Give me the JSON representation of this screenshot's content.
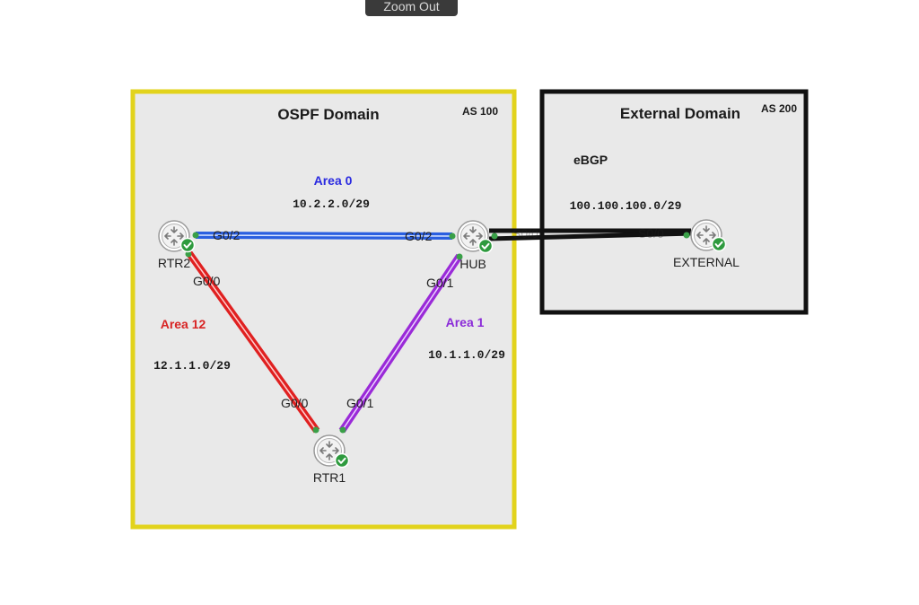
{
  "toolbar": {
    "zoom_out_label": "Zoom Out"
  },
  "domains": {
    "ospf": {
      "title": "OSPF Domain",
      "as": "AS 100",
      "border_color": "#e2d31c",
      "fill": "#e9e9e9"
    },
    "external": {
      "title": "External Domain",
      "as": "AS 200",
      "border_color": "#111111",
      "fill": "#e9e9e9"
    }
  },
  "protocol_label": "eBGP",
  "areas": {
    "area0": {
      "label": "Area 0",
      "subnet": "10.2.2.0/29",
      "color": "#2a5fe0"
    },
    "area1": {
      "label": "Area 1",
      "subnet": "10.1.1.0/29",
      "color": "#9a2ad8"
    },
    "area12": {
      "label": "Area 12",
      "subnet": "12.1.1.0/29",
      "color": "#e02020"
    },
    "ebgp": {
      "subnet": "100.100.100.0/29",
      "color": "#111111"
    }
  },
  "routers": {
    "rtr2": {
      "name": "RTR2",
      "icon": "router-icon",
      "status": "check-icon"
    },
    "hub": {
      "name": "HUB",
      "icon": "router-icon",
      "status": "check-icon"
    },
    "rtr1": {
      "name": "RTR1",
      "icon": "router-icon",
      "status": "check-icon"
    },
    "external": {
      "name": "EXTERNAL",
      "icon": "router-icon",
      "status": "check-icon"
    }
  },
  "interfaces": {
    "rtr2_g02": "G0/2",
    "hub_g02": "G0/2",
    "rtr2_g00": "G0/0",
    "hub_g01": "G0/1",
    "rtr1_g00": "G0/0",
    "rtr1_g01": "G0/1",
    "hub_s00": "S0/0",
    "ext_s00": "S0/0"
  }
}
